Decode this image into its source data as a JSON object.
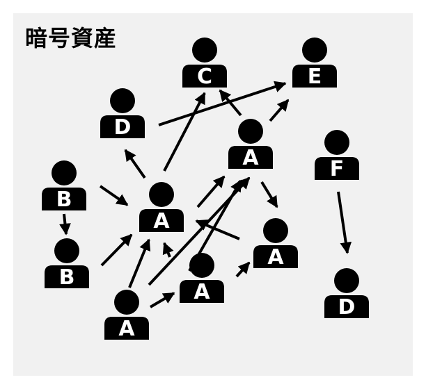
{
  "title": "暗号資産",
  "colors": {
    "background": "#f1f1f1",
    "figure": "#000000",
    "label": "#ffffff"
  },
  "nodes": [
    {
      "id": "n1",
      "label": "C"
    },
    {
      "id": "n2",
      "label": "E"
    },
    {
      "id": "n3",
      "label": "D"
    },
    {
      "id": "n4",
      "label": "A"
    },
    {
      "id": "n5",
      "label": "F"
    },
    {
      "id": "n6",
      "label": "B"
    },
    {
      "id": "n7",
      "label": "A"
    },
    {
      "id": "n8",
      "label": "B"
    },
    {
      "id": "n9",
      "label": "A"
    },
    {
      "id": "n10",
      "label": "A"
    },
    {
      "id": "n11",
      "label": "A"
    },
    {
      "id": "n12",
      "label": "D"
    }
  ]
}
